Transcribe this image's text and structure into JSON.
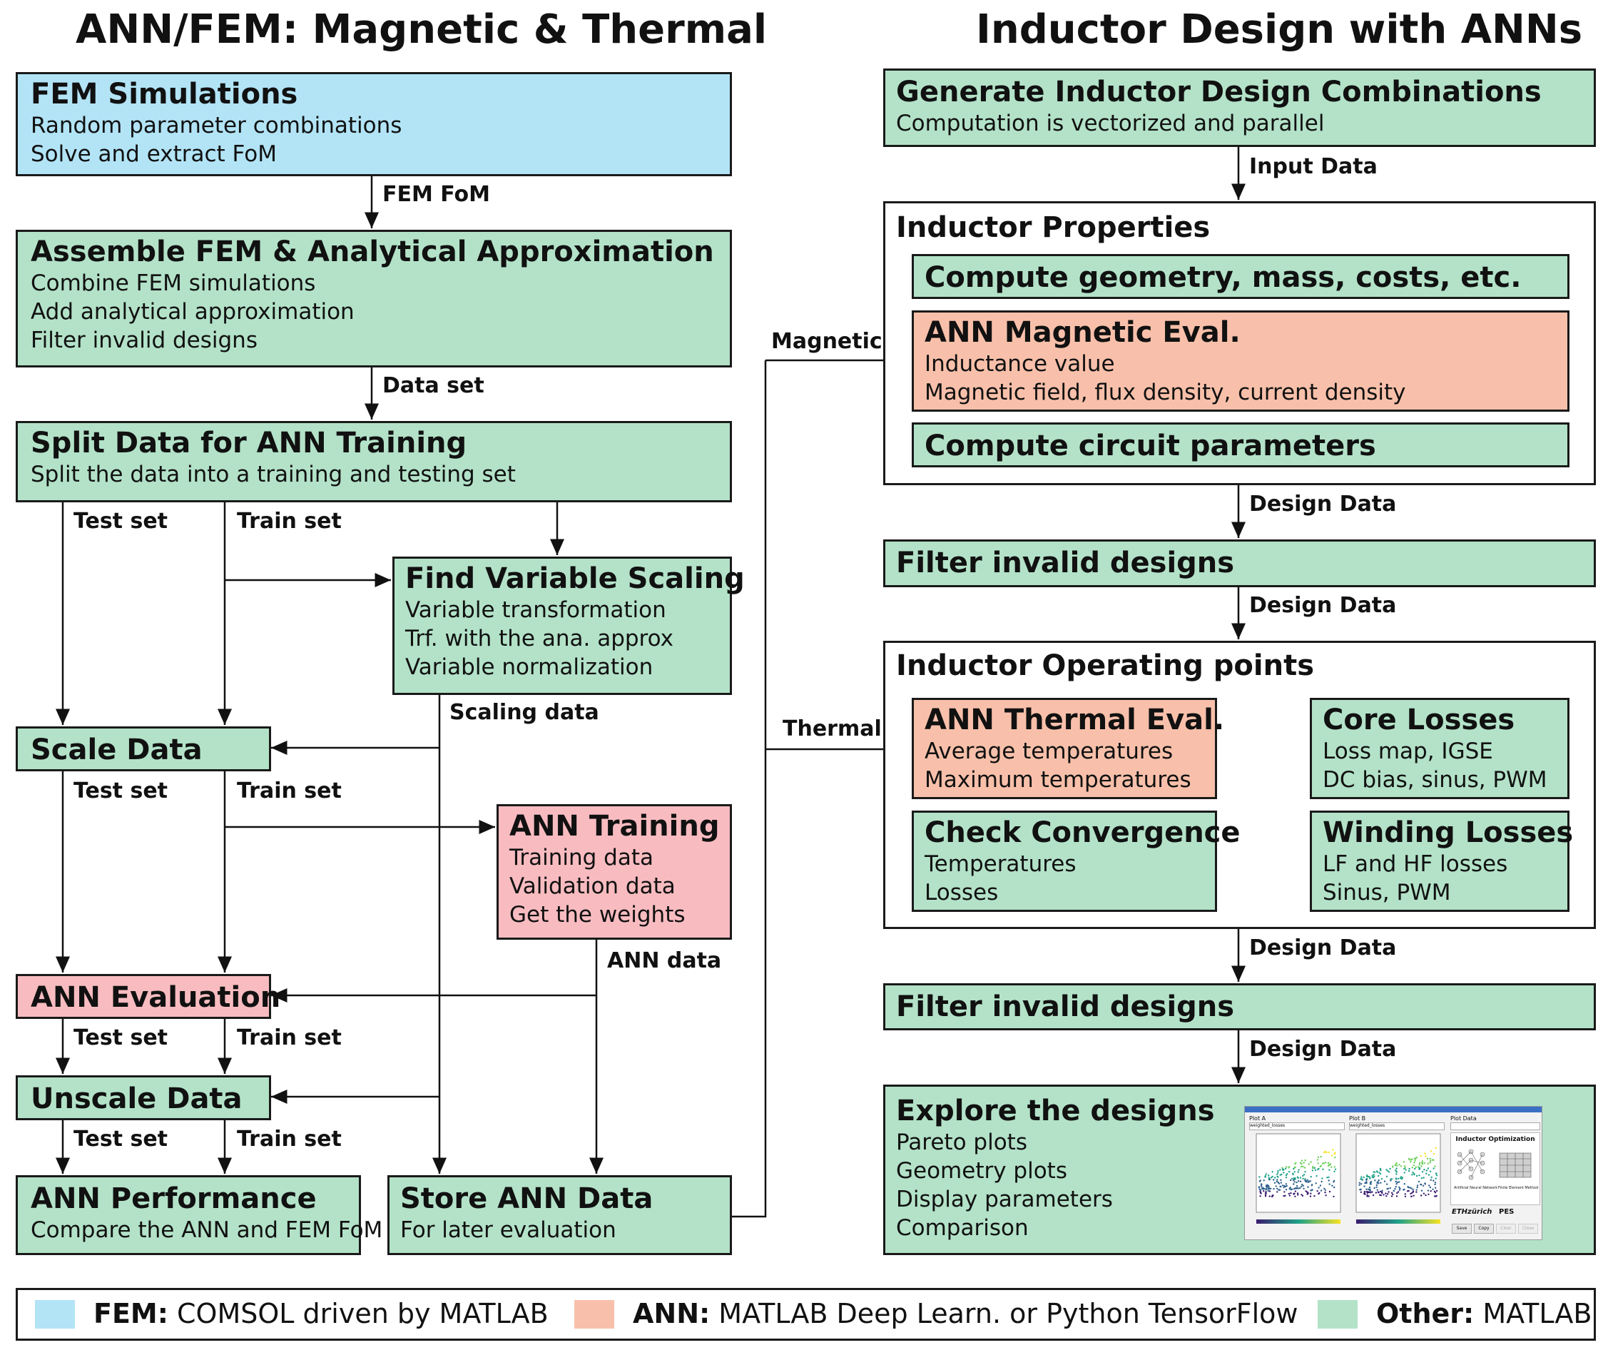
{
  "left_heading": "ANN/FEM: Magnetic & Thermal",
  "right_heading": "Inductor Design with ANNs",
  "boxes": {
    "fem_sim": {
      "title": "FEM Simulations",
      "lines": [
        "Random parameter combinations",
        "Solve and extract FoM"
      ]
    },
    "assemble": {
      "title": "Assemble FEM & Analytical Approximation",
      "lines": [
        "Combine FEM simulations",
        "Add analytical approximation",
        "Filter invalid designs"
      ]
    },
    "split": {
      "title": "Split Data for ANN Training",
      "lines": [
        "Split the data into a training and testing set"
      ]
    },
    "find_scaling": {
      "title": "Find Variable Scaling",
      "lines": [
        "Variable transformation",
        "Trf. with the ana. approx",
        "Variable normalization"
      ]
    },
    "scale": {
      "title": "Scale Data"
    },
    "ann_training": {
      "title": "ANN Training",
      "lines": [
        "Training data",
        "Validation data",
        "Get the weights"
      ]
    },
    "ann_eval": {
      "title": "ANN Evaluation"
    },
    "unscale": {
      "title": "Unscale Data"
    },
    "ann_perf": {
      "title": "ANN Performance",
      "lines": [
        "Compare the ANN and FEM FoM"
      ]
    },
    "store": {
      "title": "Store ANN Data",
      "lines": [
        "For later evaluation"
      ]
    },
    "generate": {
      "title": "Generate Inductor Design Combinations",
      "lines": [
        "Computation is vectorized and parallel"
      ]
    },
    "properties": {
      "title": "Inductor Properties"
    },
    "compute_geom": {
      "title": "Compute geometry, mass, costs, etc."
    },
    "ann_mag": {
      "title": "ANN Magnetic Eval.",
      "lines": [
        "Inductance value",
        "Magnetic field, flux density, current density"
      ]
    },
    "compute_circuit": {
      "title": "Compute circuit parameters"
    },
    "filter1": {
      "title": "Filter invalid designs"
    },
    "operating": {
      "title": "Inductor Operating points"
    },
    "ann_thermal": {
      "title": "ANN Thermal  Eval.",
      "lines": [
        "Average temperatures",
        "Maximum temperatures"
      ]
    },
    "core_losses": {
      "title": "Core Losses",
      "lines": [
        "Loss map, IGSE",
        "DC bias, sinus, PWM"
      ]
    },
    "convergence": {
      "title": "Check Convergence",
      "lines": [
        "Temperatures",
        "Losses"
      ]
    },
    "winding": {
      "title": "Winding Losses",
      "lines": [
        "LF and HF losses",
        "Sinus, PWM"
      ]
    },
    "filter2": {
      "title": "Filter invalid designs"
    },
    "explore": {
      "title": "Explore the designs",
      "lines": [
        "Pareto plots",
        "Geometry plots",
        "Display parameters",
        "Comparison"
      ]
    }
  },
  "labels": {
    "fem_fom": "FEM FoM",
    "data_set": "Data set",
    "test_set": "Test set",
    "train_set": "Train set",
    "scaling_data": "Scaling data",
    "ann_data": "ANN data",
    "input_data": "Input Data",
    "design_data": "Design Data",
    "magnetic": "Magnetic",
    "thermal": "Thermal"
  },
  "screenshot": {
    "plot_a": "Plot A",
    "plot_b": "Plot B",
    "plot_data": "Plot Data",
    "select_a": "weighted_losses",
    "select_b": "weighted_losses",
    "panel_title": "Inductor Optimization",
    "ann_caption": "Artificial Neural Network",
    "fem_caption": "Finite Element Method",
    "eth_logo": "ETHzürich",
    "pes_logo": "PES",
    "buttons": [
      "Save",
      "Copy",
      "Clear",
      "Close"
    ]
  },
  "legend": [
    {
      "key": "FEM:",
      "text": " COMSOL driven by MATLAB",
      "color": "#b2e4f6"
    },
    {
      "key": "ANN:",
      "text": " MATLAB Deep Learn. or Python TensorFlow",
      "color": "#f8c0aa"
    },
    {
      "key": "Other:",
      "text": " MATLAB",
      "color": "#b3e2c8"
    }
  ]
}
